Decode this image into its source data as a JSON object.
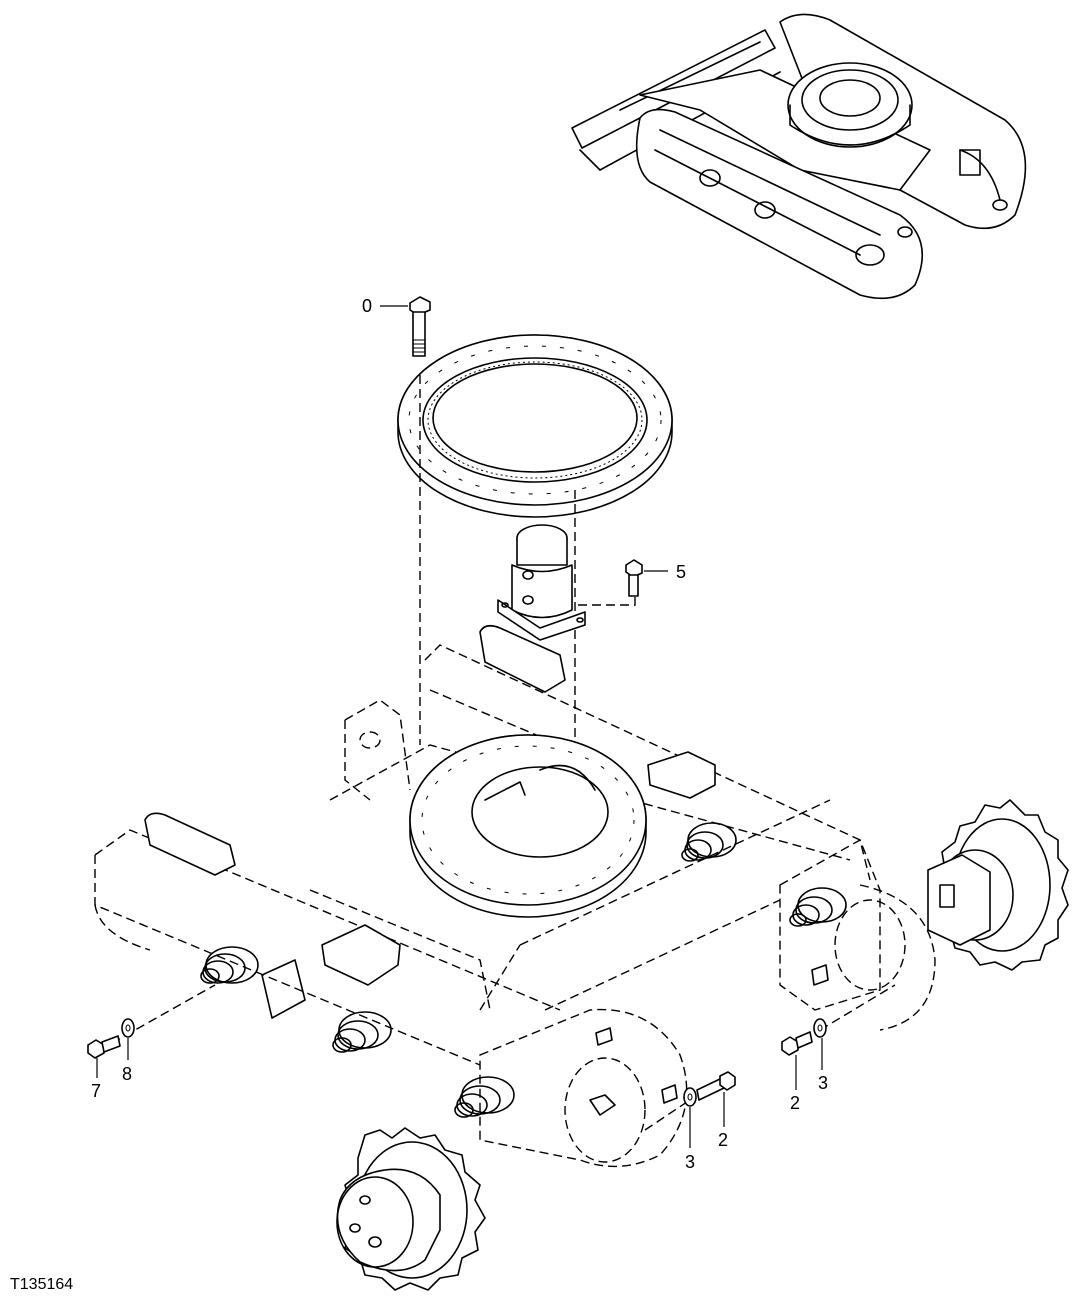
{
  "figure_id": "T135164",
  "callouts": [
    {
      "id": "c0",
      "label": "0"
    },
    {
      "id": "c5",
      "label": "5"
    },
    {
      "id": "c7",
      "label": "7"
    },
    {
      "id": "c8",
      "label": "8"
    },
    {
      "id": "c3a",
      "label": "3"
    },
    {
      "id": "c2a",
      "label": "2"
    },
    {
      "id": "c2b",
      "label": "2"
    },
    {
      "id": "c3b",
      "label": "3"
    }
  ]
}
